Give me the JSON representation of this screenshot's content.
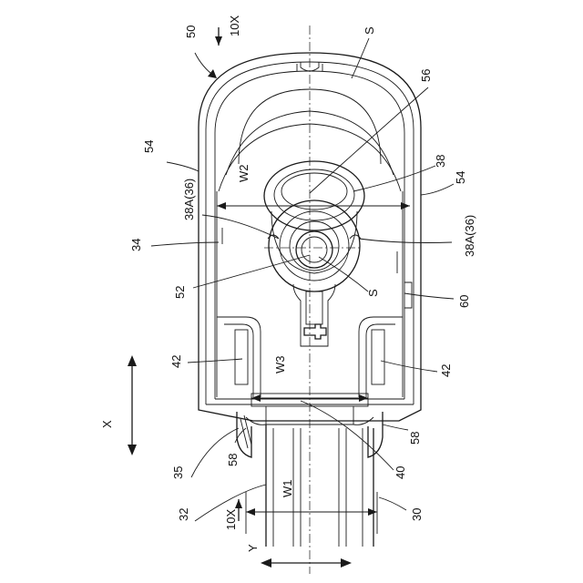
{
  "labels": {
    "l50": "50",
    "l10x_top": "10X",
    "l10x_bottom": "10X",
    "l_s_top": "S",
    "l_s_mid": "S",
    "l56": "56",
    "l38": "38",
    "l54_left": "54",
    "l54_right": "54",
    "l_w2": "W2",
    "l_w3": "W3",
    "l_w1": "W1",
    "l38a_left": "38A(36)",
    "l38a_right": "38A(36)",
    "l34": "34",
    "l52": "52",
    "l60": "60",
    "l42_left": "42",
    "l42_right": "42",
    "l_x": "X",
    "l_y": "Y",
    "l35": "35",
    "l58_left": "58",
    "l58_right": "58",
    "l40": "40",
    "l32": "32",
    "l30": "30"
  }
}
